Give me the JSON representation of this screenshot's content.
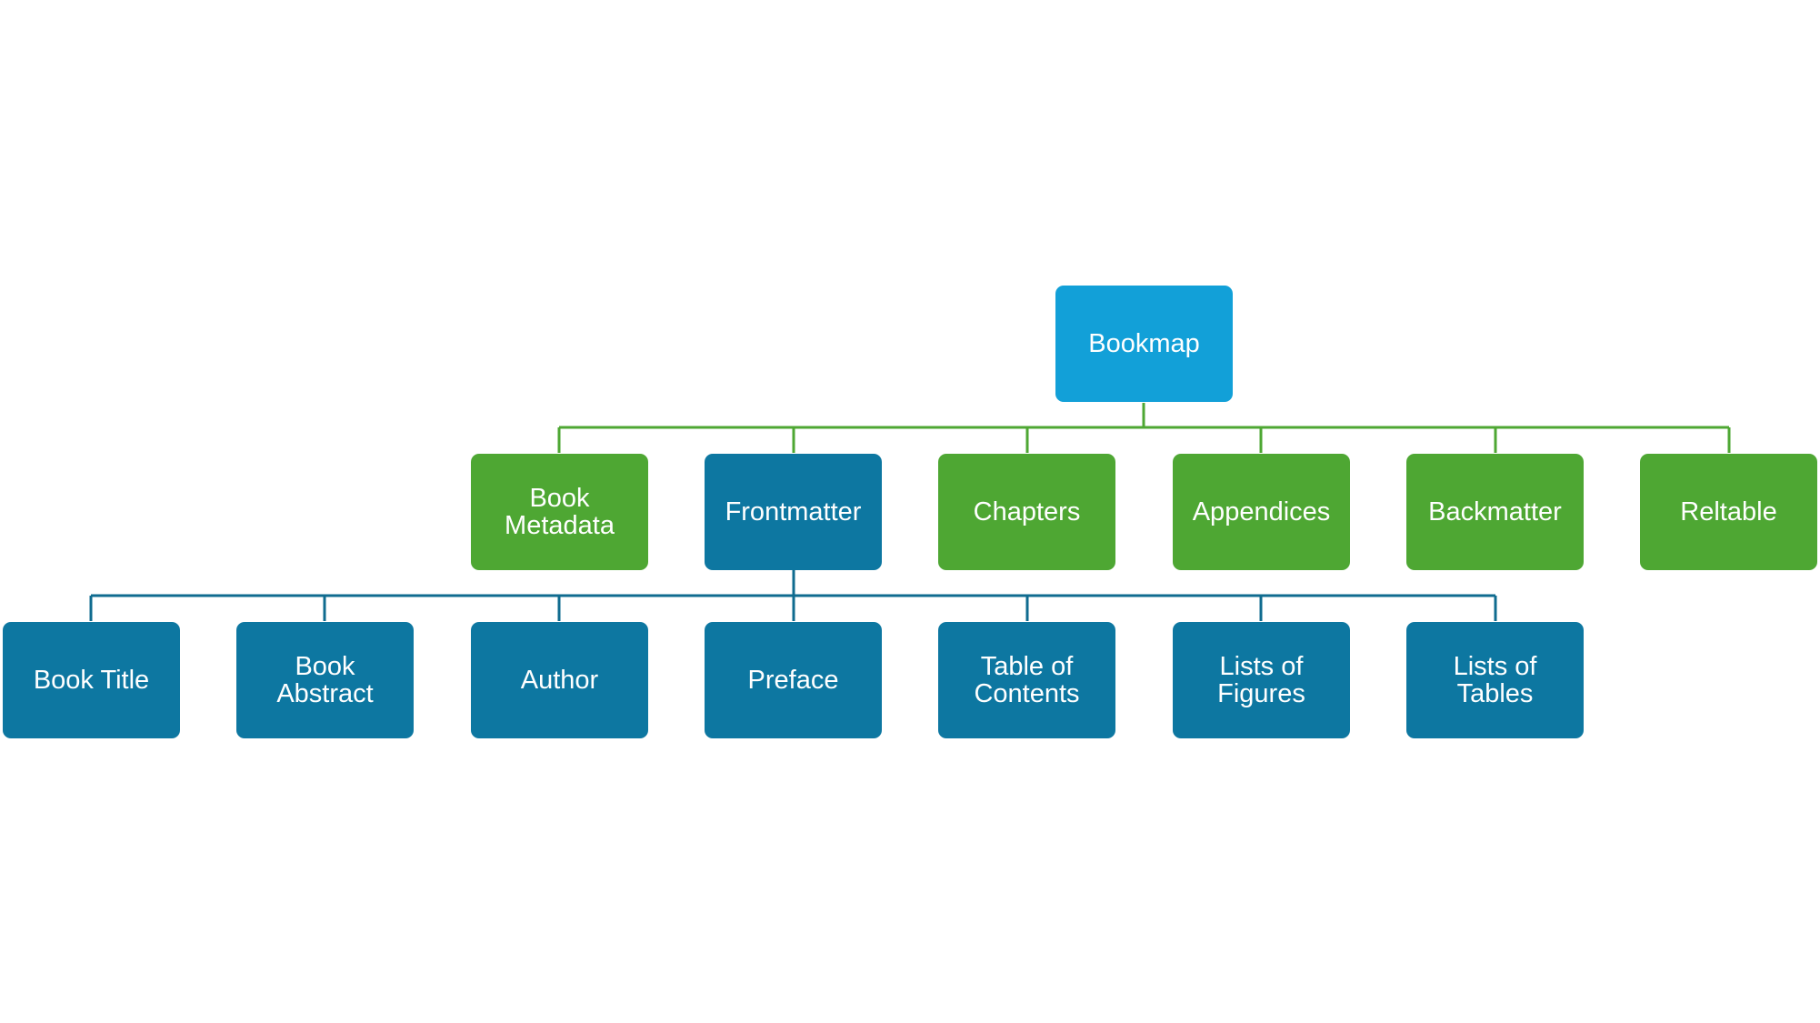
{
  "colors": {
    "root": "#12A0D8",
    "level_one": "#4EA733",
    "frontmatter": "#0D77A1",
    "level_two": "#0D77A1",
    "green_connector": "#4EA733",
    "blue_connector": "#0F6B8F"
  },
  "root": {
    "label": "Bookmap"
  },
  "level_one": [
    {
      "id": "book-metadata",
      "label": "Book\nMetadata"
    },
    {
      "id": "frontmatter",
      "label": "Frontmatter"
    },
    {
      "id": "chapters",
      "label": "Chapters"
    },
    {
      "id": "appendices",
      "label": "Appendices"
    },
    {
      "id": "backmatter",
      "label": "Backmatter"
    },
    {
      "id": "reltable",
      "label": "Reltable"
    }
  ],
  "frontmatter_children": [
    {
      "id": "book-title",
      "label": "Book Title"
    },
    {
      "id": "book-abstract",
      "label": "Book\nAbstract"
    },
    {
      "id": "author",
      "label": "Author"
    },
    {
      "id": "preface",
      "label": "Preface"
    },
    {
      "id": "table-of-contents",
      "label": "Table of\nContents"
    },
    {
      "id": "lists-of-figures",
      "label": "Lists of\nFigures"
    },
    {
      "id": "lists-of-tables",
      "label": "Lists of\nTables"
    }
  ]
}
